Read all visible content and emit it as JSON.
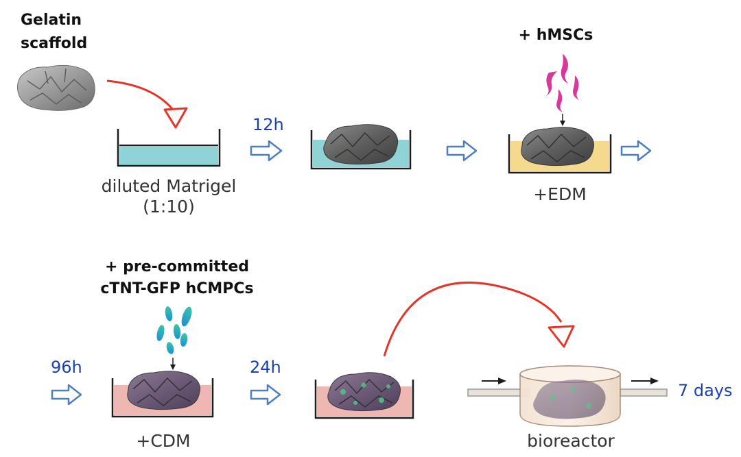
{
  "labels": {
    "gelatin_line1": "Gelatin",
    "gelatin_line2": "scaffold",
    "diluted_matrigel": "diluted Matrigel",
    "ratio": "(1:10)",
    "add_hmscs": "+ hMSCs",
    "edm": "+EDM",
    "precommitted": "+ pre-committed",
    "hcmpcs": "cTNT-GFP hCMPCs",
    "cdm": "+CDM",
    "bioreactor": "bioreactor"
  },
  "times": {
    "t12": "12h",
    "t96": "96h",
    "t24": "24h",
    "t7d": "7 days"
  },
  "colors": {
    "matrigel": "#8fd3d6",
    "edm": "#f5d98c",
    "cdm": "#efb7b1",
    "arrow_blue": "#4a7fc1",
    "curve_red": "#e3362a",
    "scaffold": "#8a8a8a",
    "hmsc": "#d6399a",
    "hcmpc": "#2fb7a8",
    "time_text": "#1a3fb0"
  }
}
